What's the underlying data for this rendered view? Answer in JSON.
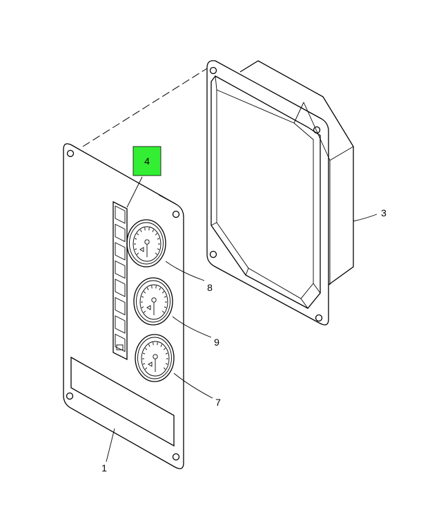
{
  "callouts": {
    "c1": "1",
    "c3": "3",
    "c4": "4",
    "c7": "7",
    "c8": "8",
    "c9": "9"
  },
  "colors": {
    "highlight": "#33ee33",
    "line": "#000000",
    "background": "#ffffff"
  }
}
